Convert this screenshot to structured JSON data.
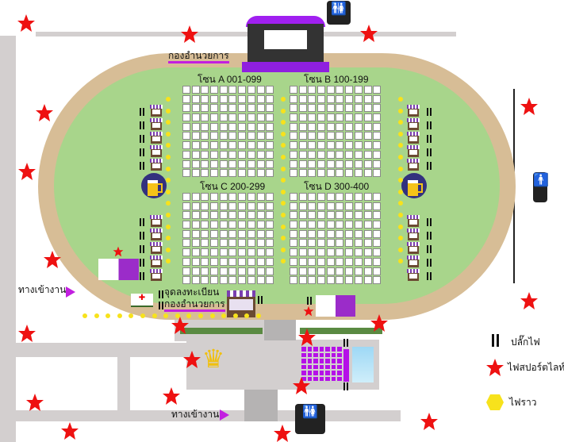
{
  "title": "Event area map",
  "labels": {
    "headquarters_top": "กองอำนวยการ",
    "registration": "จุดลงทะเบียน",
    "headquarters_bottom": "กองอำนวยการ",
    "entrance_left": "ทางเข้างาน",
    "entrance_bottom": "ทางเข้างาน"
  },
  "zones": [
    {
      "label": "โซน A 001-099",
      "rows": 10,
      "cols": 10
    },
    {
      "label": "โซน B 100-199",
      "rows": 10,
      "cols": 10
    },
    {
      "label": "โซน C 200-299",
      "rows": 10,
      "cols": 10
    },
    {
      "label": "โซน D 300-400",
      "rows": 10,
      "cols": 10
    }
  ],
  "legend": [
    {
      "icon": "power-plug-icon",
      "label": "ปลั๊กไฟ"
    },
    {
      "icon": "spotlight-star-icon",
      "label": "ไฟสปอร์ตไลท์"
    },
    {
      "icon": "string-light-hexagon-icon",
      "label": "ไฟราว"
    }
  ],
  "colors": {
    "field": "#a8d58b",
    "track": "#d7bd96",
    "road": "#d3cfcf",
    "accent": "#c21fe0",
    "star": "#ee1111",
    "light": "#f7e21c"
  }
}
